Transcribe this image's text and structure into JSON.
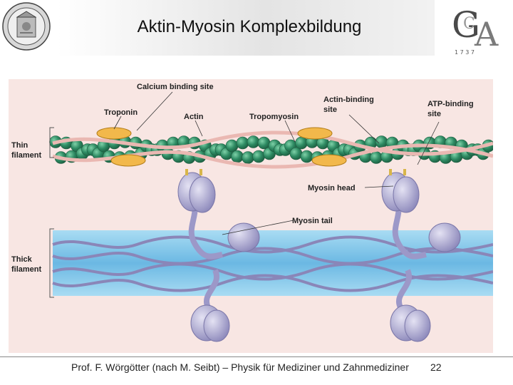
{
  "header": {
    "title": "Aktin-Myosin Komplexbildung"
  },
  "logo": {
    "letters_top": "G",
    "letters_mid": "A",
    "letters_small": "C",
    "year_text": "1 7 3 7"
  },
  "figure": {
    "labels": {
      "calcium": "Calcium binding site",
      "troponin": "Troponin",
      "actin": "Actin",
      "tropomyosin": "Tropomyosin",
      "actin_binding_1": "Actin-binding",
      "actin_binding_2": "site",
      "atp_binding_1": "ATP-binding",
      "atp_binding_2": "site",
      "thin_1": "Thin",
      "thin_2": "filament",
      "myosin_head": "Myosin head",
      "myosin_tail": "Myosin tail",
      "thick_1": "Thick",
      "thick_2": "filament"
    },
    "colors": {
      "background": "#f8e6e3",
      "actin": "#2e8b63",
      "troponin": "#f2b84b",
      "thick": "#7cc4e8",
      "myosin": "#b6b3d6"
    }
  },
  "footer": {
    "text": "Prof. F. Wörgötter (nach M. Seibt) – Physik für Mediziner und Zahnmediziner",
    "page": "22"
  }
}
